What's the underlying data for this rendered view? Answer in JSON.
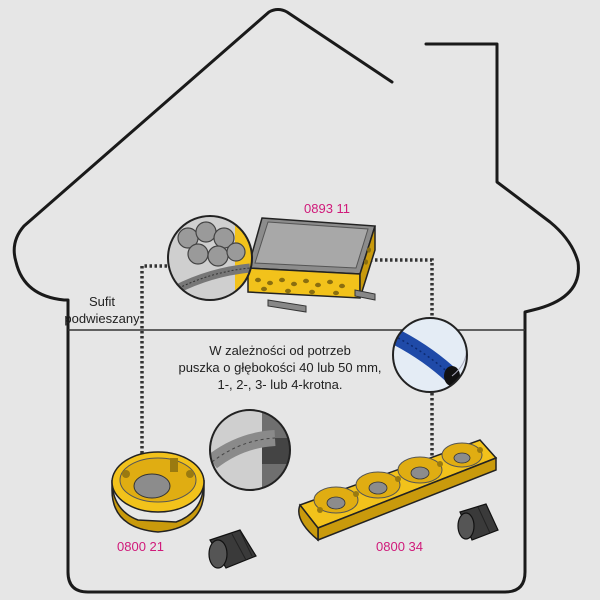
{
  "labels": {
    "junction_box_code": "0893 11",
    "single_box_code": "0800 21",
    "quad_box_code": "0800 34",
    "ceiling_line1": "Sufit",
    "ceiling_line2": "podwieszany",
    "note_line1": "W zależności od potrzeb",
    "note_line2": "puszka o głębokości 40 lub 50 mm,",
    "note_line3": "1-, 2-, 3- lub 4-krotna."
  },
  "colors": {
    "background": "#e6e6e6",
    "outline": "#1a1a1a",
    "box_yellow": "#f2c21b",
    "box_yellow_dark": "#c99a0c",
    "accent_code": "#d01a7a",
    "conduit_blue": "#1f4aa8"
  }
}
